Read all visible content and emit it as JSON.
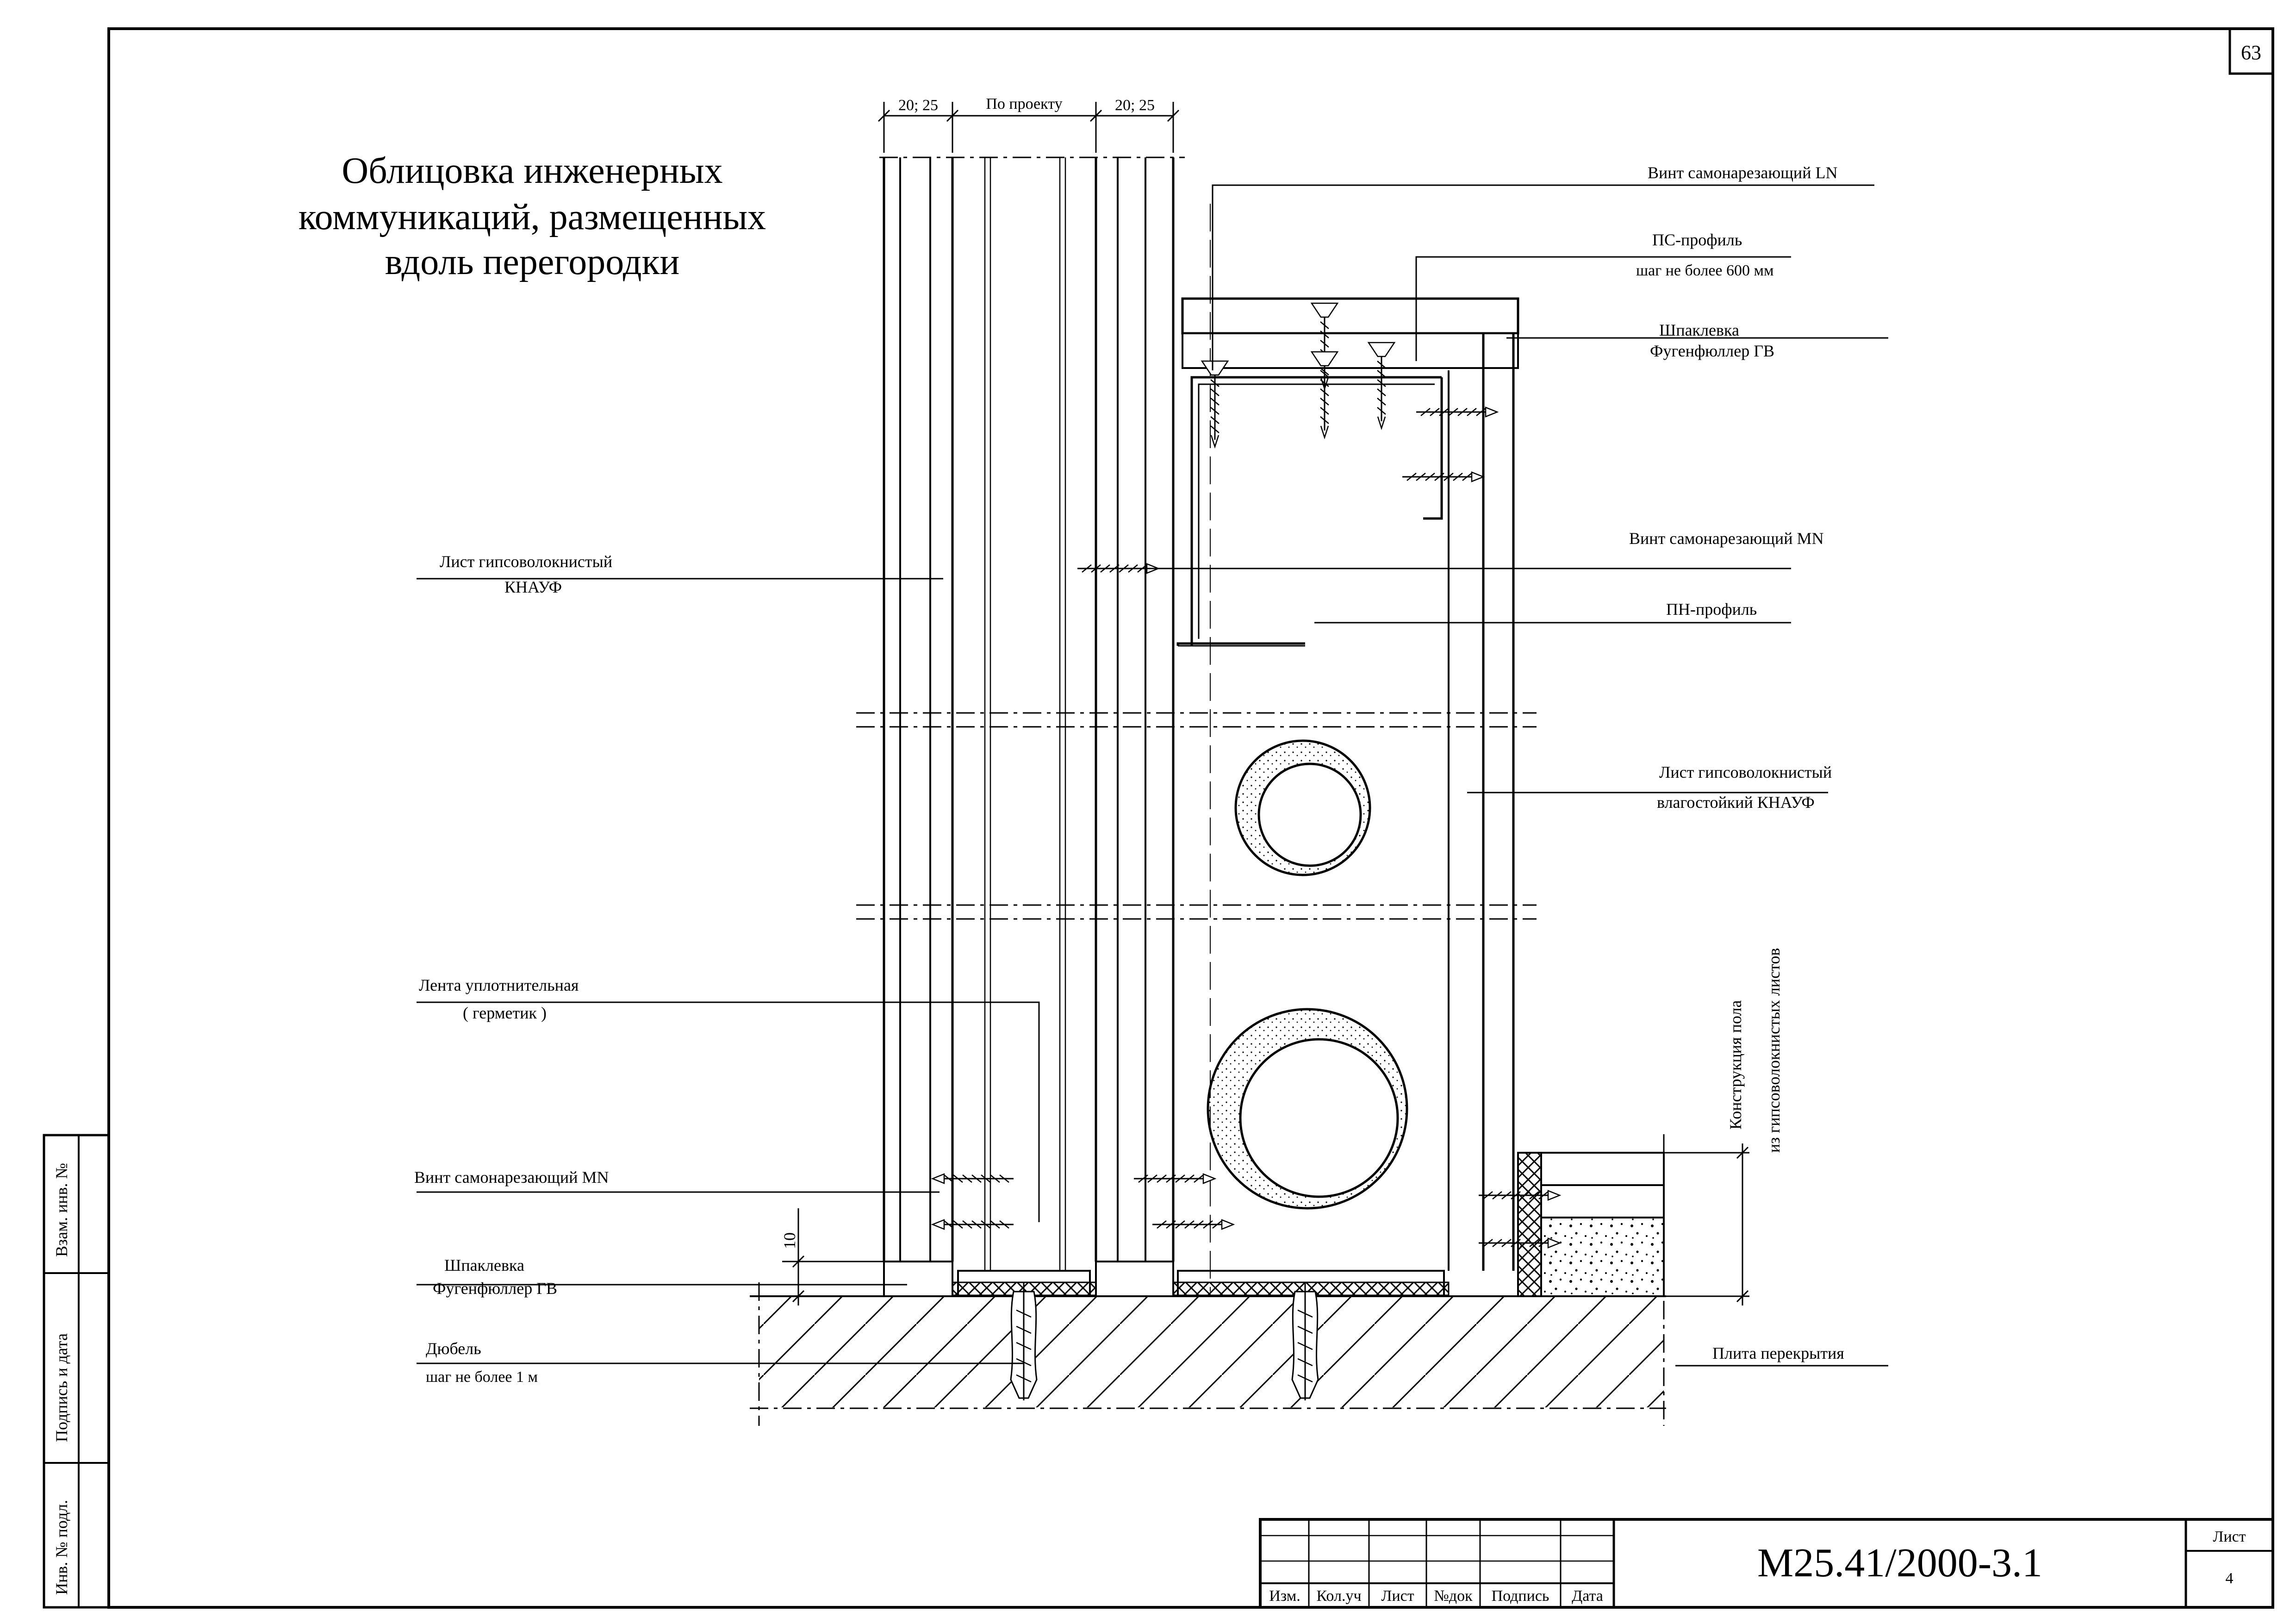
{
  "page_number": "63",
  "title": {
    "line1": "Облицовка инженерных",
    "line2": "коммуникаций, размещенных",
    "line3": "вдоль перегородки"
  },
  "dimensions": {
    "left": "20; 25",
    "middle": "По проекту",
    "right": "20; 25",
    "gap": "10"
  },
  "labels": {
    "screw_ln": "Винт самонарезающий     LN",
    "ps_profile": "ПС-профиль",
    "ps_step": "шаг не более 600 мм",
    "putty_top_1": "Шпаклевка",
    "putty_top_2": "Фугенфюллер ГВ",
    "gvl_left_1": "Лист гипсоволокнистый",
    "gvl_left_2": "КНАУФ",
    "screw_mn_right": "Винт самонарезающий     MN",
    "pn_profile": "ПН-профиль",
    "gvl_right_1": "Лист гипсоволокнистый",
    "gvl_right_2": "влагостойкий КНАУФ",
    "tape_1": "Лента уплотнительная",
    "tape_2": "( герметик )",
    "floor_1": "Конструкция пола",
    "floor_2": "из гипсоволокнистых листов",
    "screw_mn_left": "Винт самонарезающий        MN",
    "putty_bottom_1": "Шпаклевка",
    "putty_bottom_2": "Фугенфюллер ГВ",
    "dowel_1": "Дюбель",
    "dowel_2": "шаг не более 1 м",
    "slab": "Плита перекрытия"
  },
  "side_stamp": {
    "swap": "Взам. инв. №",
    "sign_date": "Подпись и дата",
    "inv": "Инв. № подл."
  },
  "title_block": {
    "code": "М25.41/2000-3.1",
    "sheet_label": "Лист",
    "sheet_value": "4",
    "col_izm": "Изм.",
    "col_kol": "Кол.уч",
    "col_list": "Лист",
    "col_ndoc": "№док",
    "col_sign": "Подпись",
    "col_date": "Дата"
  }
}
